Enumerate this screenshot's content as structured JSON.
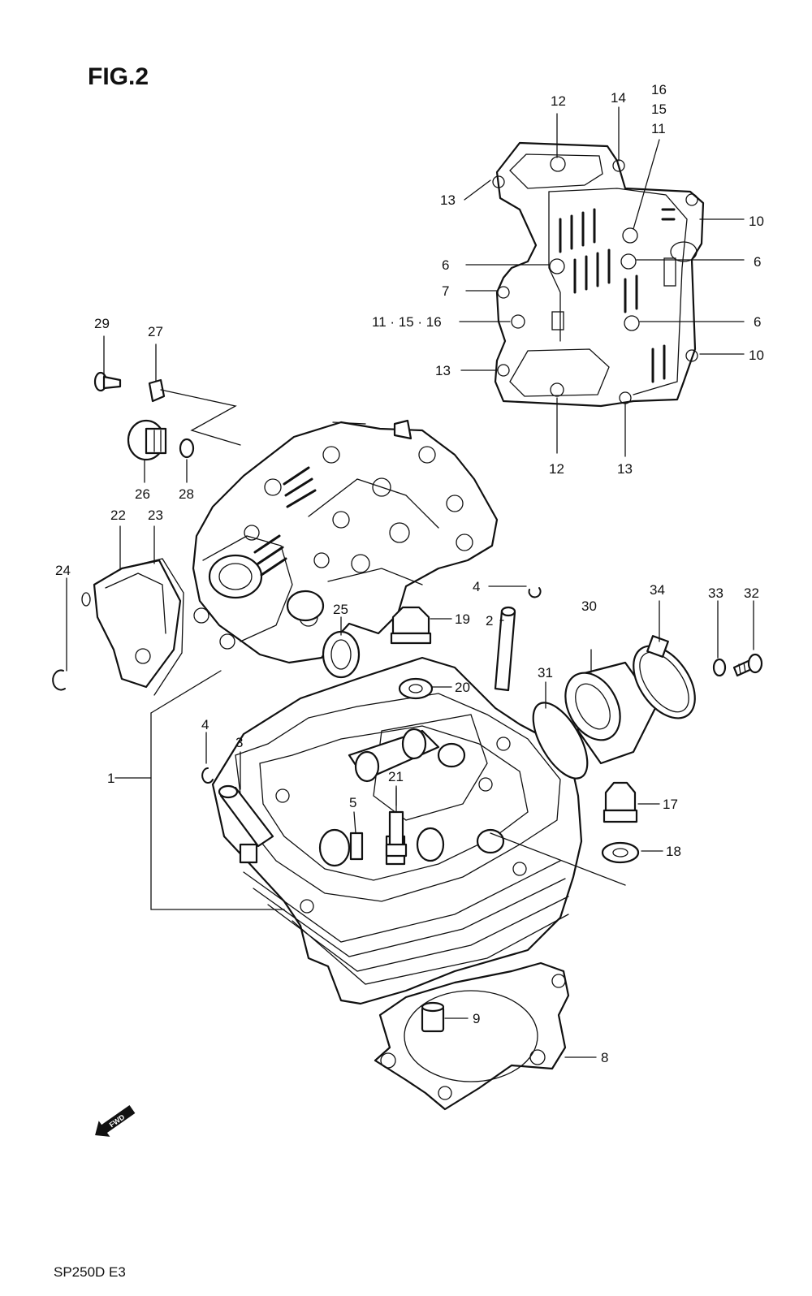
{
  "figure_title": "FIG.2",
  "model_code": "SP250D E3",
  "fwd_label": "FWD",
  "callouts": {
    "c1": "1",
    "c2": "2",
    "c3": "3",
    "c4a": "4",
    "c4b": "4",
    "c5": "5",
    "c6a": "6",
    "c6b": "6",
    "c6c": "6",
    "c7": "7",
    "c8": "8",
    "c9": "9",
    "c10a": "10",
    "c10b": "10",
    "c11a": "11",
    "c11b": "11 · 15 · 16",
    "c12a": "12",
    "c12b": "12",
    "c13a": "13",
    "c13b": "13",
    "c13c": "13",
    "c14": "14",
    "c15": "15",
    "c16": "16",
    "c17": "17",
    "c18": "18",
    "c19": "19",
    "c20": "20",
    "c21": "21",
    "c22": "22",
    "c23": "23",
    "c24": "24",
    "c25": "25",
    "c26": "26",
    "c27": "27",
    "c28": "28",
    "c29": "29",
    "c30": "30",
    "c31": "31",
    "c32": "32",
    "c33": "33",
    "c34": "34"
  }
}
